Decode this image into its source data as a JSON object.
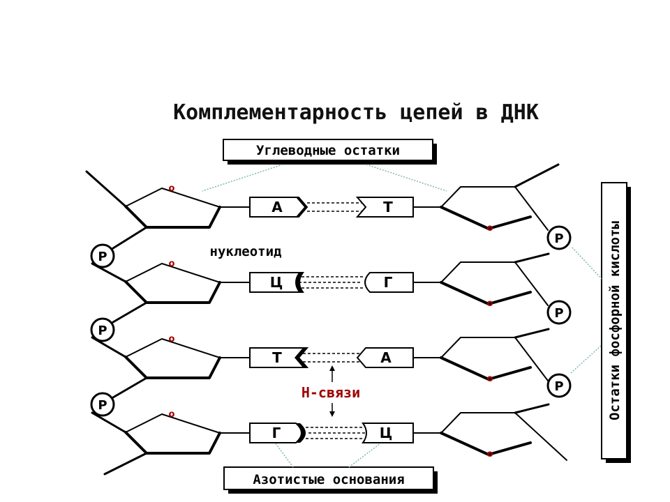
{
  "title": "Комплементарность цепей в ДНК",
  "labels": {
    "carbohydrate": "Углеводные остатки",
    "nitrogen_bases": "Азотистые основания",
    "phosphate": "Остатки фосфорной кислоты",
    "nucleotide": "нуклеотид",
    "h_bonds": "Н-связи",
    "phosphate_symbol": "P",
    "ring_oxygen": "o"
  },
  "pairs": [
    {
      "left": "А",
      "right": "Т"
    },
    {
      "left": "Ц",
      "right": "Г"
    },
    {
      "left": "Т",
      "right": "А"
    },
    {
      "left": "Г",
      "right": "Ц"
    }
  ],
  "colors": {
    "accent": "#a00000",
    "line": "#000000",
    "pointer": "#7fb5b5"
  }
}
